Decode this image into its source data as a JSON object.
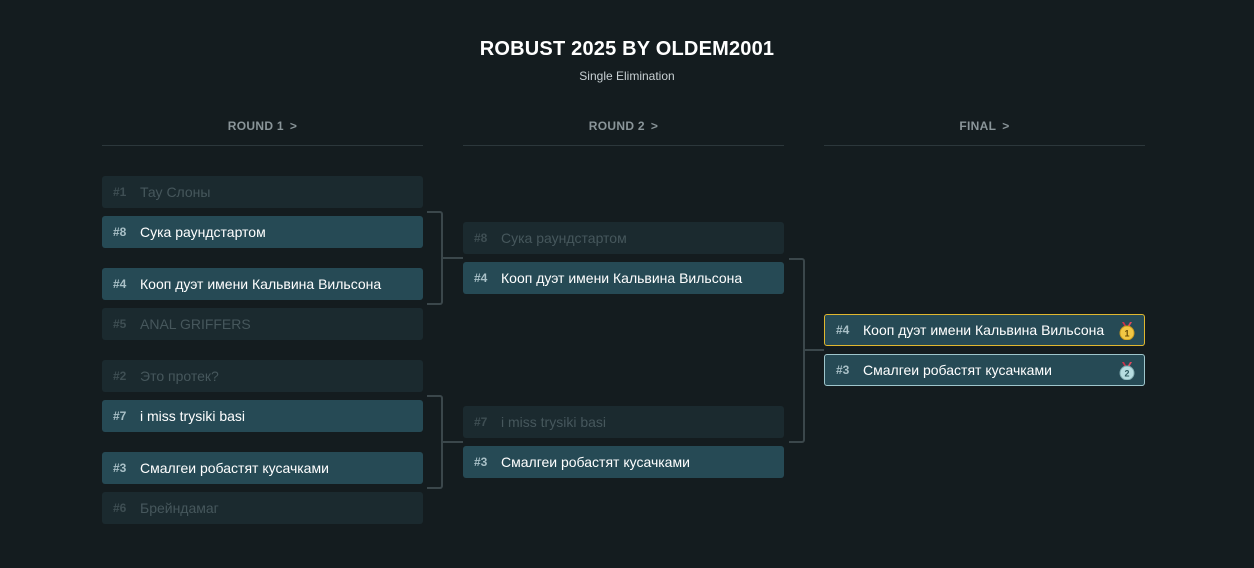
{
  "header": {
    "title": "ROBUST 2025 BY OLDEM2001",
    "subtitle": "Single Elimination"
  },
  "rounds": [
    {
      "label": "ROUND 1",
      "chevron": ">"
    },
    {
      "label": "ROUND 2",
      "chevron": ">"
    },
    {
      "label": "FINAL",
      "chevron": ">"
    }
  ],
  "round1": {
    "m1": {
      "top": {
        "seed": "#1",
        "name": "Тау Слоны"
      },
      "bottom": {
        "seed": "#8",
        "name": "Сука раундстартом"
      }
    },
    "m2": {
      "top": {
        "seed": "#4",
        "name": "Кооп дуэт имени Кальвина Вильсона"
      },
      "bottom": {
        "seed": "#5",
        "name": "ANAL GRIFFERS"
      }
    },
    "m3": {
      "top": {
        "seed": "#2",
        "name": "Это протек?"
      },
      "bottom": {
        "seed": "#7",
        "name": "i miss trysiki basi"
      }
    },
    "m4": {
      "top": {
        "seed": "#3",
        "name": "Смалгеи робастят кусачками"
      },
      "bottom": {
        "seed": "#6",
        "name": "Брейндамаг"
      }
    }
  },
  "round2": {
    "m1": {
      "top": {
        "seed": "#8",
        "name": "Сука раундстартом"
      },
      "bottom": {
        "seed": "#4",
        "name": "Кооп дуэт имени Кальвина Вильсона"
      }
    },
    "m2": {
      "top": {
        "seed": "#7",
        "name": "i miss trysiki basi"
      },
      "bottom": {
        "seed": "#3",
        "name": "Смалгеи робастят кусачками"
      }
    }
  },
  "final": {
    "top": {
      "seed": "#4",
      "name": "Кооп дуэт имени Кальвина Вильсона",
      "medal": "1",
      "medal_icon": "gold-medal-icon",
      "medal_color": "#f2c744"
    },
    "bottom": {
      "seed": "#3",
      "name": "Смалгеи робастят кусачками",
      "medal": "2",
      "medal_icon": "silver-medal-icon",
      "medal_color": "#b7dde1"
    }
  },
  "colors": {
    "background": "#141c1f",
    "winner_bg": "#264a55",
    "loser_bg": "#1b2a2f",
    "gold_border": "#e0b72f",
    "silver_border": "#9fc6cc"
  }
}
